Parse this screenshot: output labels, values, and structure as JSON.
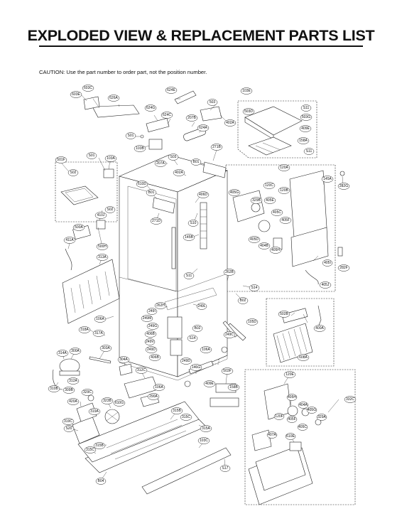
{
  "title": "EXPLODED VIEW & REPLACEMENT PARTS LIST",
  "caution": "CAUTION: Use the part number to order part, not the position number.",
  "labels": {
    "l603E": "603E",
    "l603C": "603C",
    "l626A": "626A",
    "l624E": "624E",
    "l503": "503",
    "l624G": "624G",
    "l624C": "624C",
    "l207B": "207B",
    "l402A_top": "402A",
    "l624A": "624A",
    "l103E": "103E",
    "l503D": "503D",
    "l511_top": "S11",
    "l503G": "503G",
    "l409E_top": "409E",
    "l158A": "158A",
    "l511_mid": "S11",
    "l501_top": "S01",
    "l103B": "103B",
    "l271B": "271B",
    "l501F": "501F",
    "l501_left": "S01",
    "l103A": "103A",
    "l502_left": "S02",
    "l207A": "207A",
    "l503_mid": "S03",
    "l402A_mid": "402A",
    "l801": "B01",
    "l120A": "120A",
    "l145A": "145A",
    "l282G": "282G",
    "l610D": "610D",
    "l801_b": "B01",
    "l406D": "406D",
    "l405G": "405G",
    "l120C": "120C",
    "l120B": "120B",
    "l329B": "329B",
    "l405E": "405E",
    "l502_b": "S02",
    "l410J": "410J",
    "l271D": "271D",
    "l510": "S10",
    "l405C": "405C",
    "l405F": "405F",
    "l500A": "500A",
    "l145B": "145B",
    "l405D": "405D",
    "l404B": "404B",
    "l405H": "405H",
    "l411A": "411A",
    "l500H": "500H",
    "l313A": "313A",
    "l405I": "405I",
    "l282F": "282F",
    "l511_c": "S11",
    "l262B": "262B",
    "l405J": "405J",
    "l514_r": "S14",
    "l802": "B02",
    "l262H": "262H",
    "l249L": "249L",
    "l249I": "249I",
    "l249M": "249M",
    "l106A_l": "106A",
    "l249G": "249G",
    "l502B": "502B",
    "l105D": "105D",
    "l318A": "318A",
    "l317A": "317A",
    "l406B": "406B",
    "l802b": "B02",
    "l249C": "249C",
    "l249V": "249V",
    "l514": "S14",
    "l400A": "400A",
    "l303A": "303A",
    "l249D_l": "249D",
    "l106A_c": "106A",
    "l314A": "314A",
    "l300A": "300A",
    "l304A": "304A",
    "l406B_b": "406B",
    "l608A": "608A",
    "l312C": "312C",
    "l249D": "249D",
    "l146G": "146G",
    "l503F": "503F",
    "l312A": "312A",
    "l120E": "120E",
    "l310B": "310B",
    "l309B": "309B",
    "l329C": "329C",
    "l106A_b": "106A",
    "l409E": "409E",
    "l158B": "158B",
    "l420A": "420A",
    "l323B": "323B",
    "l610G": "610G",
    "l290A": "290A",
    "l405H_r": "405H",
    "l319A": "319A",
    "l315B": "315B",
    "l315C_m": "315C",
    "l404A": "404A",
    "l405G_r": "405G",
    "l120F": "120F",
    "l319C": "319C",
    "l320": "S20",
    "l405F_r": "405F",
    "l405C_r": "405C",
    "l329A": "329A",
    "l332C": "332C",
    "l315A": "315A",
    "l407A": "407A",
    "l610E": "610E",
    "l103C": "103C",
    "l315B_b": "315B",
    "l315C": "315C",
    "l517": "S17",
    "l804": "B04"
  }
}
